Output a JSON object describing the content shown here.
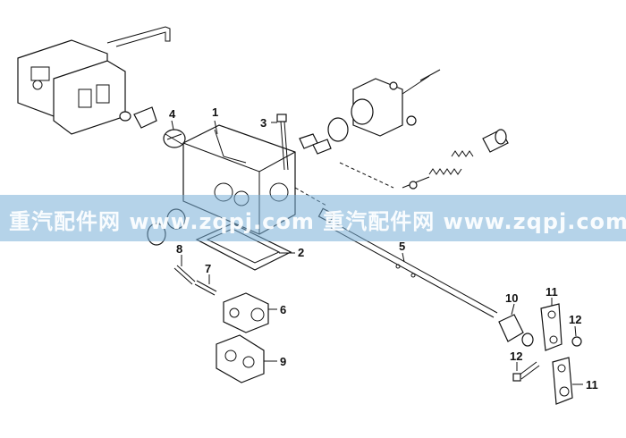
{
  "diagram": {
    "callouts": [
      "1",
      "2",
      "3",
      "4",
      "5",
      "6",
      "7",
      "8",
      "9",
      "10",
      "11",
      "11",
      "12",
      "12"
    ]
  },
  "watermark": {
    "text": "重汽配件网  www.zqpj.com  重汽配件网  www.zqpj.com  重汽配件网"
  }
}
